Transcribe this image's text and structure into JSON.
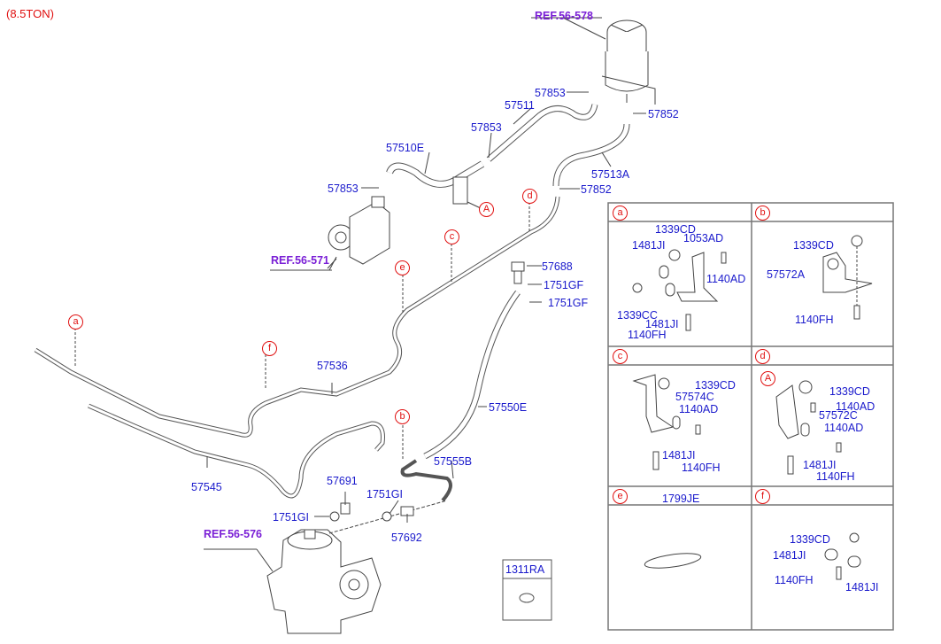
{
  "title": "(8.5TON)",
  "references": {
    "reservoir": "REF.56-578",
    "pump": "REF.56-571",
    "gearbox": "REF.56-576"
  },
  "main_labels": {
    "clamp_top": "57853",
    "hose_57511": "57511",
    "clamp_mid": "57853",
    "clamp_res": "57852",
    "hose_57510e": "57510E",
    "hose_57513a": "57513A",
    "clamp_pump": "57853",
    "clamp_low": "57852",
    "bolt_57688": "57688",
    "gasket_1": "1751GF",
    "gasket_2": "1751GF",
    "tube_57536": "57536",
    "hose_57550e": "57550E",
    "tube_57545": "57545",
    "tube_57555b": "57555B",
    "conn_57691": "57691",
    "gasket_gi_1": "1751GI",
    "gasket_gi_2": "1751GI",
    "conn_57692": "57692"
  },
  "callouts": {
    "A": "A",
    "a": "a",
    "b": "b",
    "c": "c",
    "d": "d",
    "e": "e",
    "f": "f"
  },
  "detail_table": {
    "panel_a": {
      "key": "a",
      "labels": [
        "1339CD",
        "1053AD",
        "1481JI",
        "1140AD",
        "1339CC",
        "1481JI",
        "1140FH"
      ]
    },
    "panel_b": {
      "key": "b",
      "labels": [
        "1339CD",
        "57572A",
        "1140FH"
      ]
    },
    "panel_c": {
      "key": "c",
      "labels": [
        "1339CD",
        "57574C",
        "1140AD",
        "1481JI",
        "1140FH"
      ]
    },
    "panel_d": {
      "key": "d",
      "callout": "A",
      "labels": [
        "1339CD",
        "1140AD",
        "57572C",
        "1140AD",
        "1481JI",
        "1140FH"
      ]
    },
    "panel_e": {
      "key": "e",
      "title": "1799JE"
    },
    "panel_f": {
      "key": "f",
      "labels": [
        "1339CD",
        "1481JI",
        "1140FH",
        "1481JI"
      ]
    }
  },
  "nut_box": {
    "title": "1311RA"
  },
  "colors": {
    "part_number": "#1a1acc",
    "reference": "#7a1fd6",
    "callout": "#e01010",
    "line": "#333333"
  }
}
